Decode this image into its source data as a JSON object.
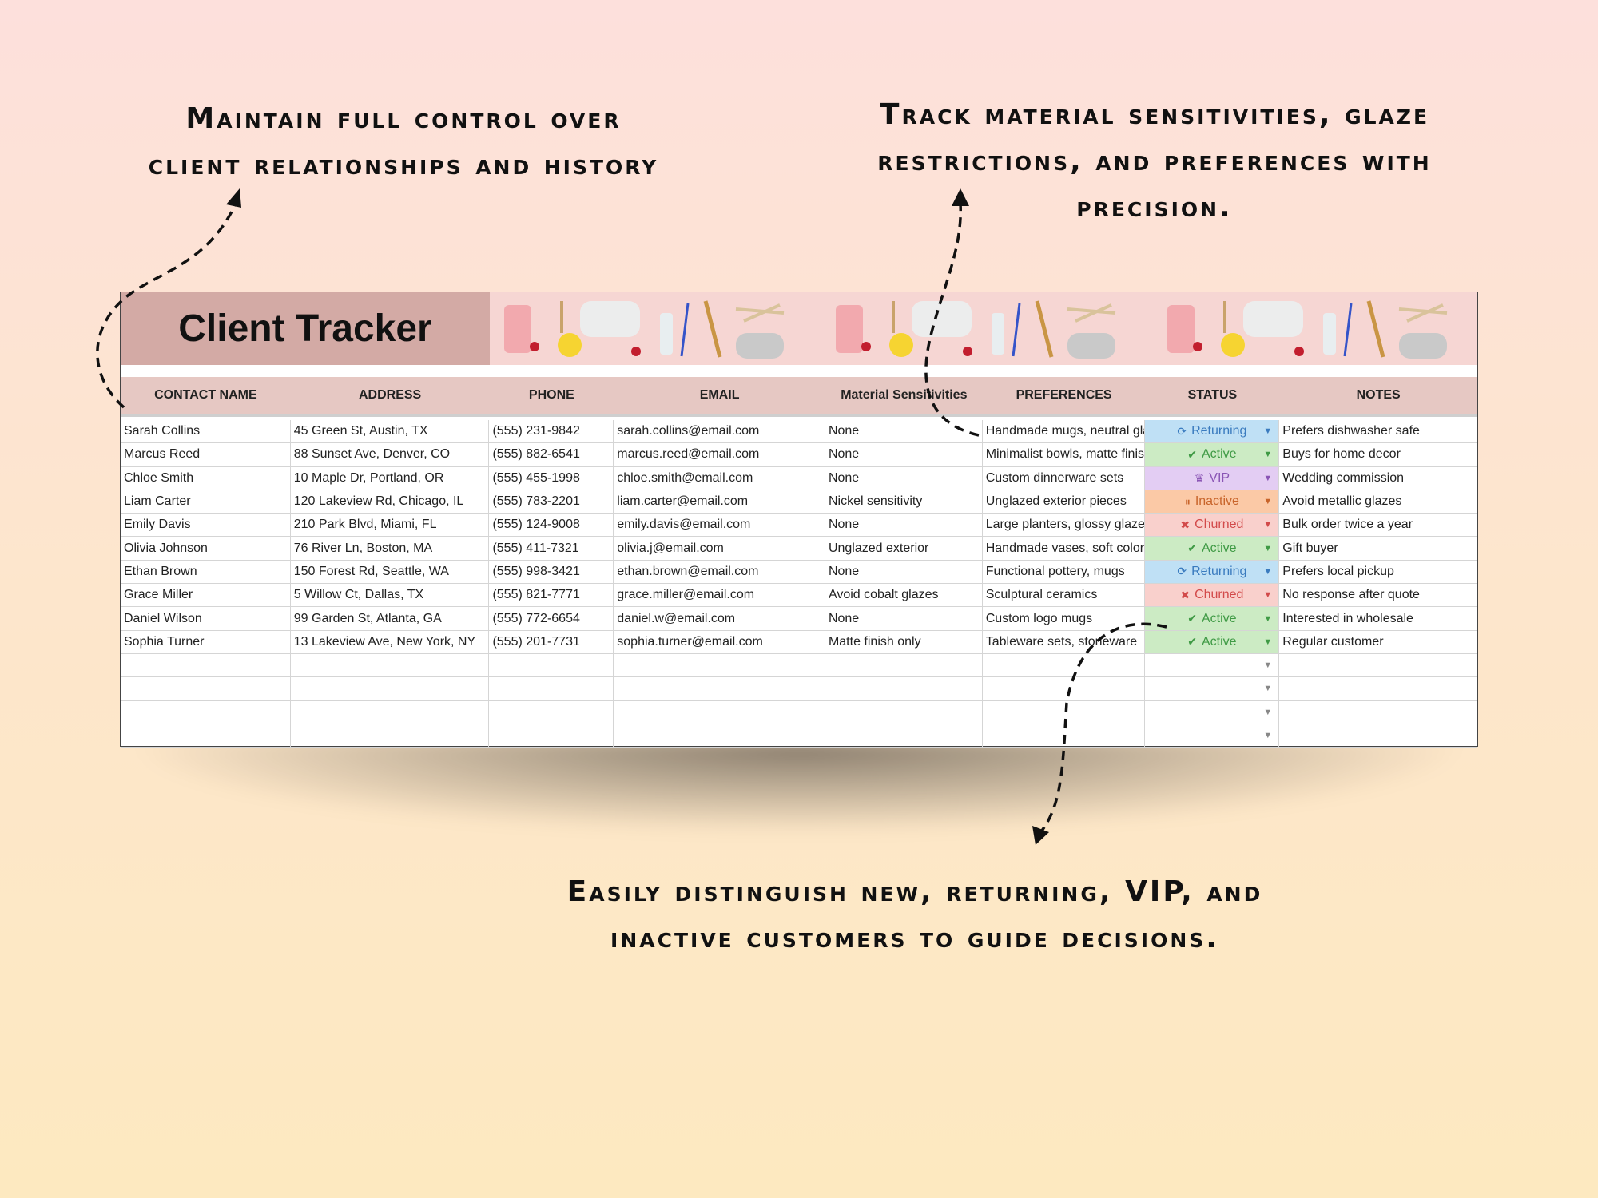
{
  "captions": {
    "top_left": [
      "Maintain full control over",
      "client relationships and history"
    ],
    "top_right": [
      "Track material sensitivities, glaze",
      "restrictions, and preferences with",
      "precision."
    ],
    "bottom": [
      "Easily distinguish new, returning, VIP, and",
      "inactive customers to guide decisions."
    ]
  },
  "sheet": {
    "title": "Client Tracker",
    "columns": [
      "CONTACT NAME",
      "ADDRESS",
      "PHONE",
      "EMAIL",
      "Material Sensitivities",
      "PREFERENCES",
      "STATUS",
      "NOTES"
    ],
    "rows": [
      [
        "Sarah Collins",
        "45 Green St, Austin, TX",
        "(555) 231-9842",
        "sarah.collins@email.com",
        "None",
        "Handmade mugs, neutral glazes",
        "Returning",
        "Prefers dishwasher safe"
      ],
      [
        "Marcus Reed",
        "88 Sunset Ave, Denver, CO",
        "(555) 882-6541",
        "marcus.reed@email.com",
        "None",
        "Minimalist bowls, matte finish",
        "Active",
        "Buys for home decor"
      ],
      [
        "Chloe Smith",
        "10 Maple Dr, Portland, OR",
        "(555) 455-1998",
        "chloe.smith@email.com",
        "None",
        "Custom dinnerware sets",
        "VIP",
        "Wedding commission"
      ],
      [
        "Liam Carter",
        "120 Lakeview Rd, Chicago, IL",
        "(555) 783-2201",
        "liam.carter@email.com",
        "Nickel sensitivity",
        "Unglazed exterior pieces",
        "Inactive",
        "Avoid metallic glazes"
      ],
      [
        "Emily Davis",
        "210 Park Blvd, Miami, FL",
        "(555) 124-9008",
        "emily.davis@email.com",
        "None",
        "Large planters, glossy glaze",
        "Churned",
        "Bulk order twice a year"
      ],
      [
        "Olivia Johnson",
        "76 River Ln, Boston, MA",
        "(555) 411-7321",
        "olivia.j@email.com",
        "Unglazed exterior",
        "Handmade vases, soft colors",
        "Active",
        "Gift buyer"
      ],
      [
        "Ethan Brown",
        "150 Forest Rd, Seattle, WA",
        "(555) 998-3421",
        "ethan.brown@email.com",
        "None",
        "Functional pottery, mugs",
        "Returning",
        "Prefers local pickup"
      ],
      [
        "Grace Miller",
        "5 Willow Ct, Dallas, TX",
        "(555) 821-7771",
        "grace.miller@email.com",
        "Avoid cobalt glazes",
        "Sculptural ceramics",
        "Churned",
        "No response after quote"
      ],
      [
        "Daniel Wilson",
        "99 Garden St, Atlanta, GA",
        "(555) 772-6654",
        "daniel.w@email.com",
        "None",
        "Custom logo mugs",
        "Active",
        "Interested in wholesale"
      ],
      [
        "Sophia Turner",
        "13 Lakeview Ave, New York, NY",
        "(555) 201-7731",
        "sophia.turner@email.com",
        "Matte finish only",
        "Tableware sets, stoneware",
        "Active",
        "Regular customer"
      ]
    ],
    "empty_rows": 4,
    "status_styles": {
      "Returning": {
        "bg": "#bfe0f5",
        "fg": "#3a7bbf",
        "icon": "⟳"
      },
      "Active": {
        "bg": "#ccebc4",
        "fg": "#3f9a45",
        "icon": "✔"
      },
      "VIP": {
        "bg": "#e3cdf3",
        "fg": "#8a55b5",
        "icon": "♛"
      },
      "Inactive": {
        "bg": "#fbc9a6",
        "fg": "#c8642a",
        "icon": "⏸"
      },
      "Churned": {
        "bg": "#f9d0cc",
        "fg": "#d24a4a",
        "icon": "✖"
      }
    }
  }
}
